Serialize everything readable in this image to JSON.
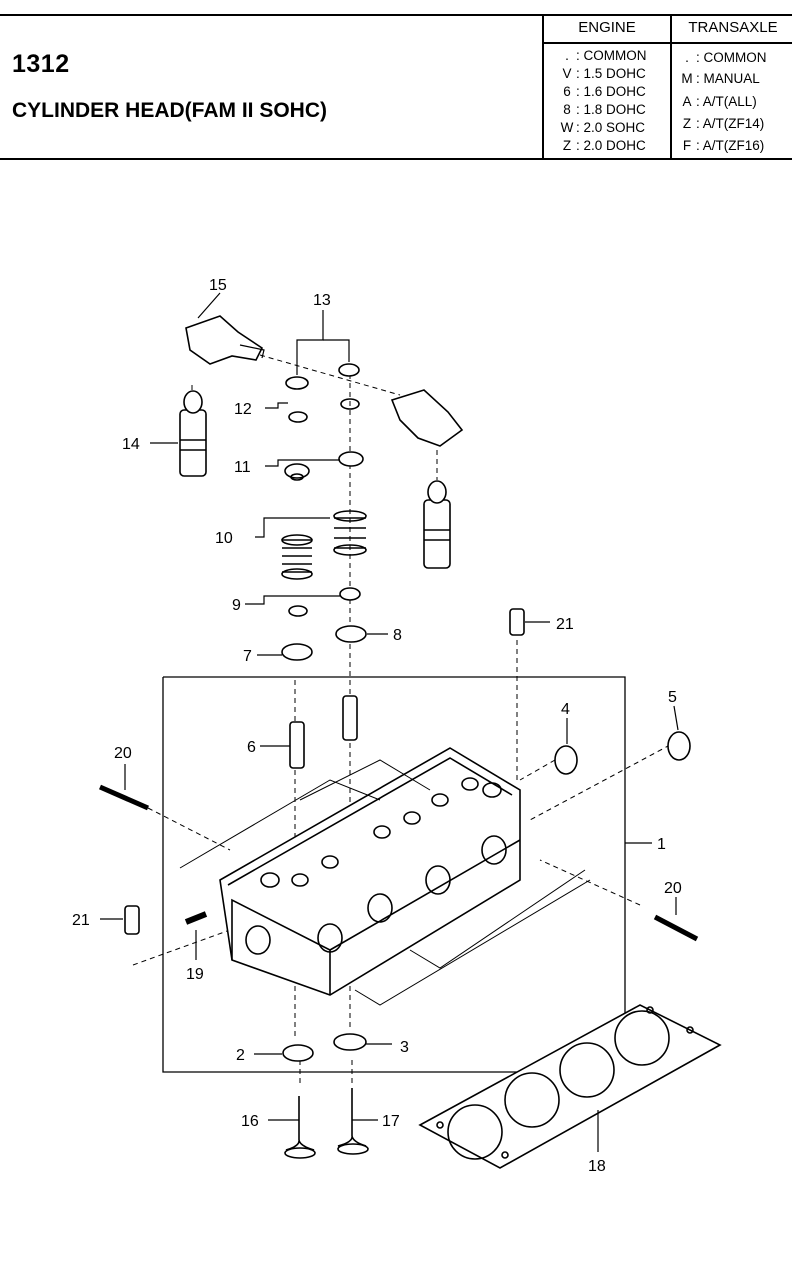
{
  "header": {
    "code": "1312",
    "title": "CYLINDER HEAD(FAM II SOHC)"
  },
  "legend": {
    "engine_label": "ENGINE",
    "transaxle_label": "TRANSAXLE",
    "engine": [
      {
        "key": ".",
        "value": ": COMMON"
      },
      {
        "key": "V",
        "value": ": 1.5 DOHC"
      },
      {
        "key": "6",
        "value": ": 1.6 DOHC"
      },
      {
        "key": "8",
        "value": ": 1.8 DOHC"
      },
      {
        "key": "W",
        "value": ": 2.0 SOHC"
      },
      {
        "key": "Z",
        "value": ": 2.0 DOHC"
      }
    ],
    "transaxle": [
      {
        "key": ".",
        "value": ": COMMON"
      },
      {
        "key": "M",
        "value": ": MANUAL"
      },
      {
        "key": "A",
        "value": ": A/T(ALL)"
      },
      {
        "key": "Z",
        "value": ": A/T(ZF14)"
      },
      {
        "key": "F",
        "value": ": A/T(ZF16)"
      }
    ]
  },
  "callouts": {
    "c1": "1",
    "c2": "2",
    "c3": "3",
    "c4": "4",
    "c5": "5",
    "c6": "6",
    "c7": "7",
    "c8": "8",
    "c9": "9",
    "c10": "10",
    "c11": "11",
    "c12": "12",
    "c13": "13",
    "c14": "14",
    "c15": "15",
    "c16": "16",
    "c17": "17",
    "c18": "18",
    "c19": "19",
    "c20a": "20",
    "c20b": "20",
    "c21a": "21",
    "c21b": "21"
  }
}
